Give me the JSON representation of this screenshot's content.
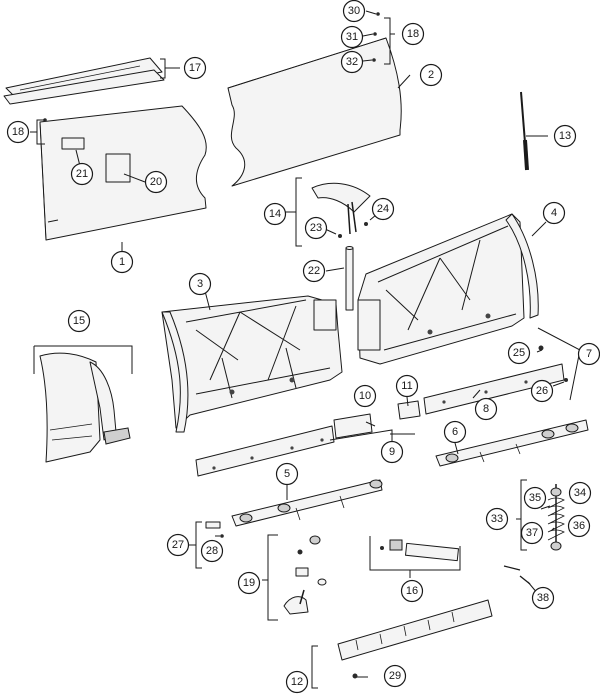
{
  "callouts": [
    {
      "id": "c1",
      "label": "1"
    },
    {
      "id": "c2",
      "label": "2"
    },
    {
      "id": "c3",
      "label": "3"
    },
    {
      "id": "c4",
      "label": "4"
    },
    {
      "id": "c5",
      "label": "5"
    },
    {
      "id": "c6",
      "label": "6"
    },
    {
      "id": "c7",
      "label": "7"
    },
    {
      "id": "c8",
      "label": "8"
    },
    {
      "id": "c9",
      "label": "9"
    },
    {
      "id": "c10",
      "label": "10"
    },
    {
      "id": "c11",
      "label": "11"
    },
    {
      "id": "c12",
      "label": "12"
    },
    {
      "id": "c13",
      "label": "13"
    },
    {
      "id": "c14",
      "label": "14"
    },
    {
      "id": "c15",
      "label": "15"
    },
    {
      "id": "c16",
      "label": "16"
    },
    {
      "id": "c17",
      "label": "17"
    },
    {
      "id": "c18a",
      "label": "18"
    },
    {
      "id": "c18b",
      "label": "18"
    },
    {
      "id": "c19",
      "label": "19"
    },
    {
      "id": "c20",
      "label": "20"
    },
    {
      "id": "c21",
      "label": "21"
    },
    {
      "id": "c22",
      "label": "22"
    },
    {
      "id": "c23",
      "label": "23"
    },
    {
      "id": "c24",
      "label": "24"
    },
    {
      "id": "c25",
      "label": "25"
    },
    {
      "id": "c26",
      "label": "26"
    },
    {
      "id": "c27",
      "label": "27"
    },
    {
      "id": "c28",
      "label": "28"
    },
    {
      "id": "c29",
      "label": "29"
    },
    {
      "id": "c30",
      "label": "30"
    },
    {
      "id": "c31",
      "label": "31"
    },
    {
      "id": "c32",
      "label": "32"
    },
    {
      "id": "c33",
      "label": "33"
    },
    {
      "id": "c34",
      "label": "34"
    },
    {
      "id": "c35",
      "label": "35"
    },
    {
      "id": "c36",
      "label": "36"
    },
    {
      "id": "c37",
      "label": "37"
    },
    {
      "id": "c38",
      "label": "38"
    }
  ]
}
